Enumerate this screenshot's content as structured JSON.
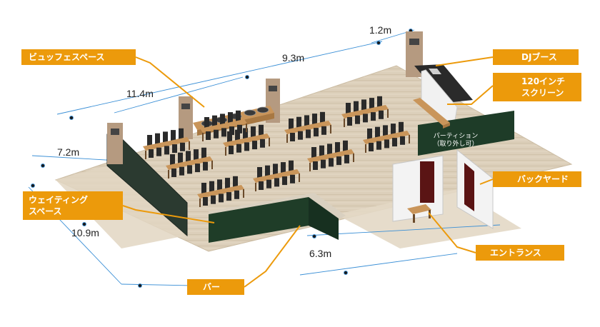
{
  "colors": {
    "accent": "#ec9a0b",
    "floor": "#d9cdb8",
    "wall_dark": "#2f3d33",
    "bar_counter": "#1f3d28",
    "table_top": "#c9955a",
    "chair": "#2a2a2a",
    "dimension_line": "#3a8fd6"
  },
  "labels": {
    "buffet": "ビュッフェスペース",
    "dj": "DJブース",
    "screen_line1": "120インチ",
    "screen_line2": "スクリーン",
    "backyard": "バックヤード",
    "waiting_line1": "ウェイティング",
    "waiting_line2": "スペース",
    "entrance": "エントランス",
    "bar": "バー",
    "partition_line1": "パーティション",
    "partition_line2": "（取り外し可）"
  },
  "dimensions": {
    "d1": "1.2m",
    "d2": "9.3m",
    "d3": "11.4m",
    "d4": "7.2m",
    "d5": "10.9m",
    "d6": "6.3m"
  }
}
